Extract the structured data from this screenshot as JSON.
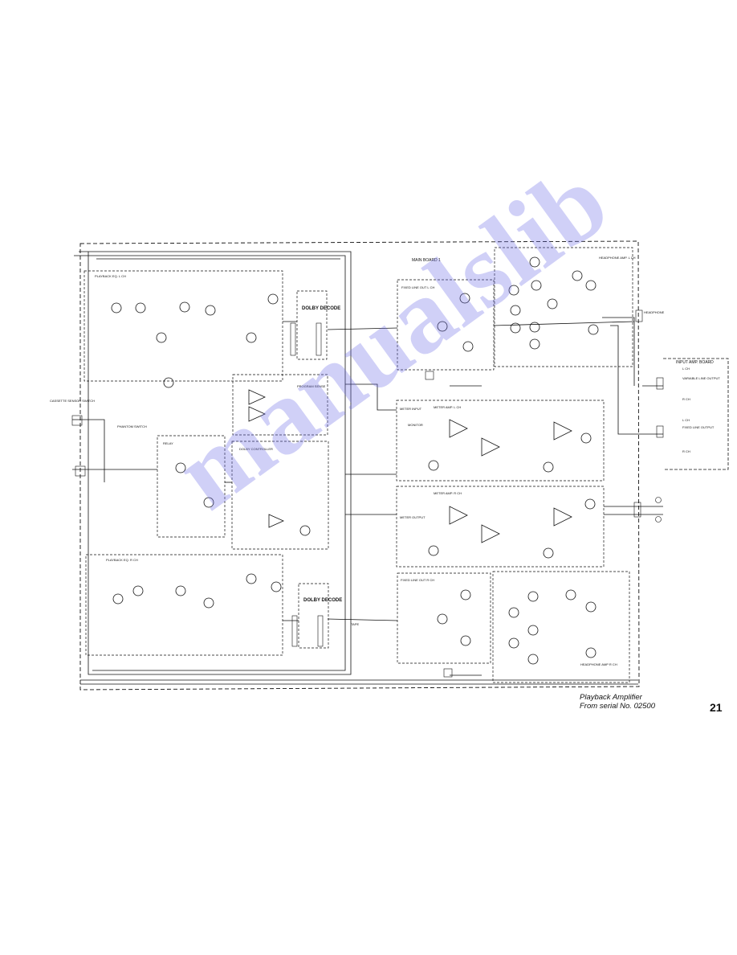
{
  "boards": {
    "main_board": "MAIN BOARD 1",
    "input_amp_board": "INPUT AMP. BOARD"
  },
  "blocks": {
    "playback_eq_l": "PLAYBACK EQ. L CH",
    "playback_eq_r": "PLAYBACK EQ. R CH",
    "fixed_line_out_l": "FIXED LINE OUT L CH",
    "fixed_line_out_r": "FIXED LINE OUT R CH",
    "headphone_amp_l": "HEADPHONE AMP. L CH",
    "headphone_amp_r": "HEADPHONE AMP R CH",
    "meter_amp_l": "METER AMP. L CH",
    "meter_amp_r": "METER AMP. R CH",
    "program_sense": "PROGRAM SENSE",
    "relay": "RELAY",
    "dolby_controller": "DOLBY CONTROLLER",
    "dolby_decode_top": "DOLBY DECODE",
    "dolby_decode_bottom": "DOLBY DECODE"
  },
  "connector_labels": {
    "headphone": "HEADPHONE",
    "variable_line_output": "VARIABLE LINE OUTPUT",
    "fixed_line_output": "FIXED LINE OUTPUT",
    "l_ch_top": "L CH",
    "r_ch_top": "R CH",
    "l_ch_bottom": "L CH",
    "r_ch_bottom": "R CH",
    "cassette_sensor_switch": "CASSETTE SENSOR SWITCH",
    "meter_input": "METER INPUT",
    "monitor": "MONITOR",
    "meter_output": "METER OUTPUT",
    "phantom_switch": "PHANTOM SWITCH",
    "tape": "TAPE"
  },
  "caption": {
    "line1": "Playback Amplifier",
    "line2": "From serial No. 02500"
  },
  "page_number": "21",
  "watermark": "manualslib",
  "colors": {
    "ink": "#111111",
    "watermark": "#6e6ee6"
  }
}
